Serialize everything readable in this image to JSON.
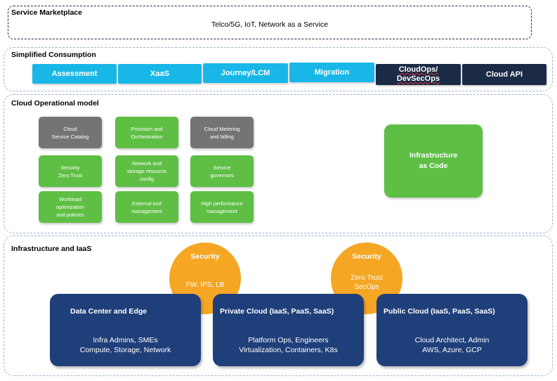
{
  "service_marketplace": {
    "title": "Service Marketplace",
    "subtitle": "Telco/5G, IoT, Network as a Service"
  },
  "simplified_consumption": {
    "title": "Simplified Consumption",
    "items": [
      {
        "label": "Assessment",
        "color": "#19b7e8"
      },
      {
        "label": "XaaS",
        "color": "#19b7e8"
      },
      {
        "label": "Journey/LCM",
        "color": "#19b7e8"
      },
      {
        "label": "Migration",
        "color": "#19b7e8"
      },
      {
        "label_line1": "CloudOps/",
        "label_line2": "DevSecOps",
        "color": "#1b2a45"
      },
      {
        "label": "Cloud API",
        "color": "#1b2a45"
      }
    ]
  },
  "cloud_operational_model": {
    "title": "Cloud Operational model",
    "tiles": [
      {
        "label": "Cloud\nService Catalog",
        "color": "#747477"
      },
      {
        "label": "Provision and\nOrchestration",
        "color": "#5fbf45"
      },
      {
        "label": "Cloud Metering\nand billing",
        "color": "#747477"
      },
      {
        "label": "Security\nZero Trust",
        "color": "#5fbf45"
      },
      {
        "label": "Network and\nstorage resource\nconfig",
        "color": "#5fbf45"
      },
      {
        "label": "Service\ngovernors",
        "color": "#5fbf45"
      },
      {
        "label": "Workload\noptimization\nand policies",
        "color": "#5fbf45"
      },
      {
        "label": "External tool\nmanagement",
        "color": "#5fbf45"
      },
      {
        "label": "High performance\nmanagement",
        "color": "#5fbf45"
      }
    ],
    "infrastructure_as_code": "Infrastructure\nas Code"
  },
  "infrastructure_iaas": {
    "title": "Infrastructure and IaaS",
    "security_circles": [
      {
        "title": "Security",
        "text": "FW, IPS, LB",
        "color": "#f5a623"
      },
      {
        "title": "Security",
        "text": "Zero Trust\nSecOps",
        "color": "#f5a623"
      }
    ],
    "boxes": [
      {
        "title": "Data Center and Edge",
        "text": "Infra Admins, SMEs\nCompute, Storage, Network",
        "color": "#1f3f7a"
      },
      {
        "title": "Private Cloud (IaaS, PaaS, SaaS)",
        "text": "Platform Ops, Engineers\nVirtualization, Containers, K8s",
        "color": "#1f3f7a"
      },
      {
        "title": "Public Cloud (IaaS, PaaS, SaaS)",
        "text": "Cloud Architect, Admin\nAWS, Azure, GCP",
        "color": "#1f3f7a"
      }
    ]
  }
}
